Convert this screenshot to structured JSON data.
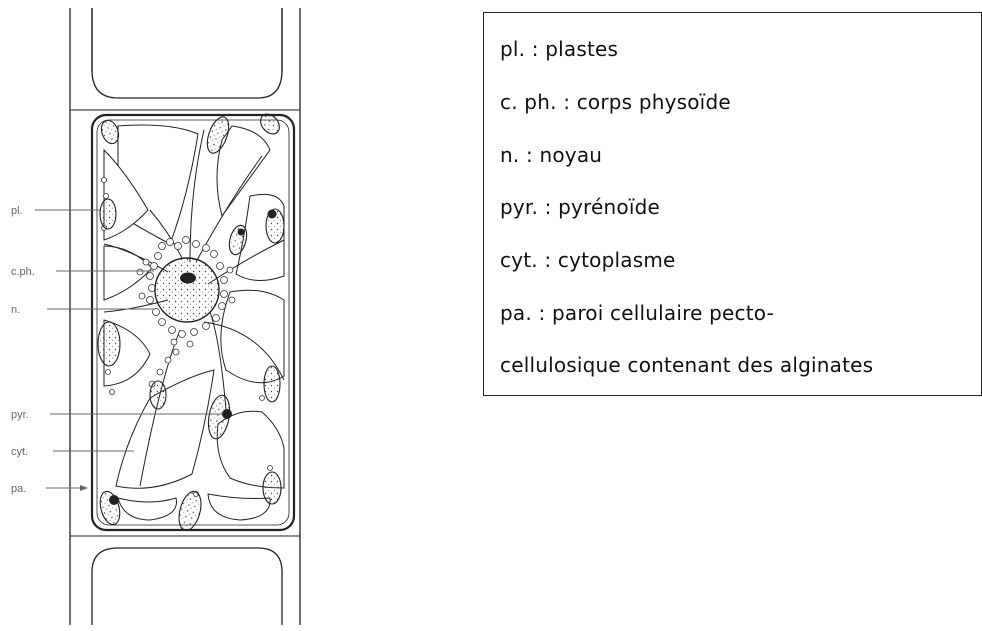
{
  "diagram": {
    "labels": {
      "pl": "pl.",
      "cph": "c.ph.",
      "n": "n.",
      "pyr": "pyr.",
      "cyt": "cyt.",
      "pa": "pa."
    },
    "colors": {
      "ink": "#222222",
      "label": "#666666",
      "plaste_fill": "#e7e7e7"
    }
  },
  "legend": {
    "lines": [
      "pl. : plastes",
      "c. ph. : corps physoïde",
      "n. : noyau",
      "pyr. :  pyrénoïde",
      "cyt. : cytoplasme",
      "pa. : paroi cellulaire pecto-",
      "cellulosique contenant des alginates"
    ]
  }
}
